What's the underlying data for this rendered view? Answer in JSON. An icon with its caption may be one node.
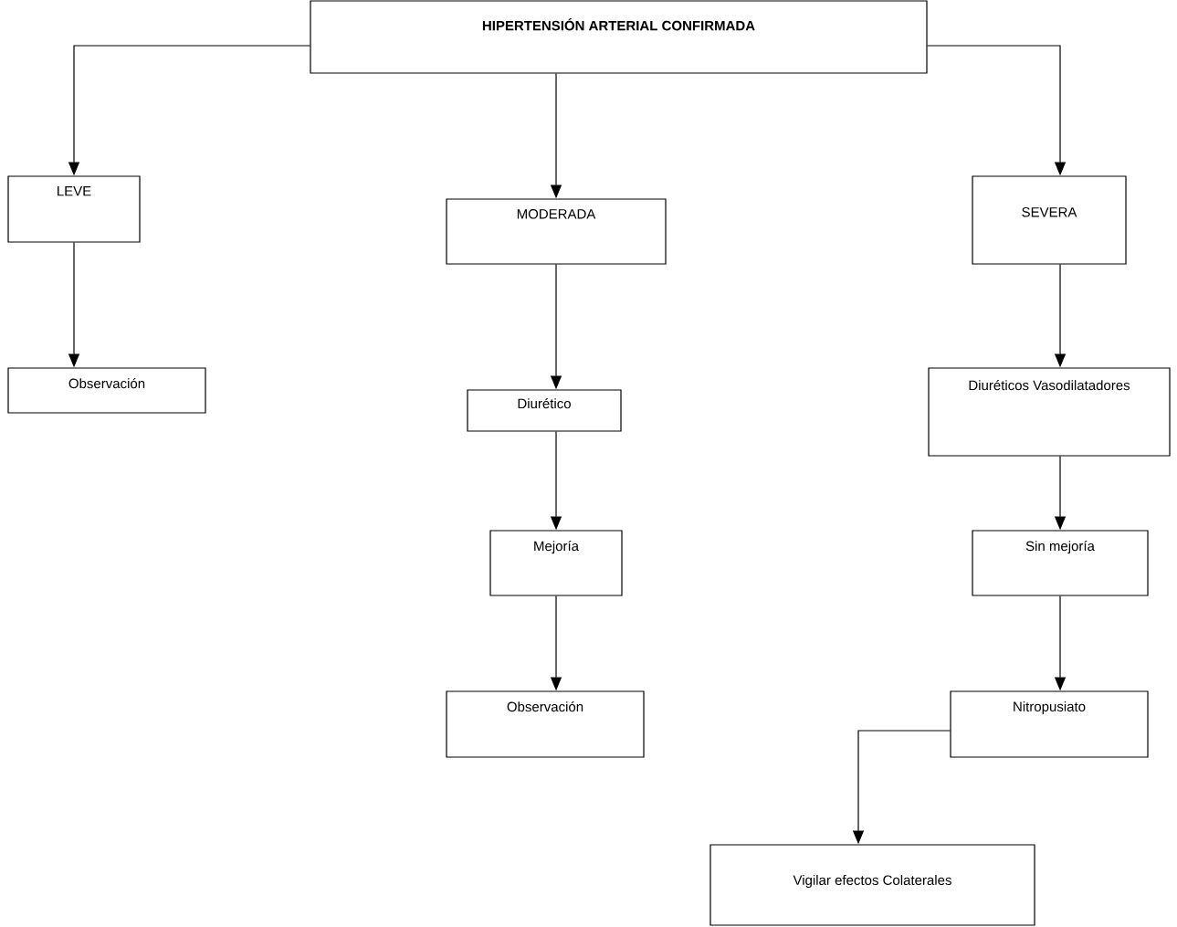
{
  "diagram": {
    "nodes": [
      {
        "text": [
          "HIPERTENSIÓN ARTERIAL CONFIRMADA"
        ]
      },
      {
        "text": [
          "LEVE"
        ]
      },
      {
        "text": [
          "Observación"
        ]
      },
      {
        "text": [
          "MODERADA"
        ]
      },
      {
        "text": [
          "Diurético"
        ]
      },
      {
        "text": [
          "Mejoría"
        ]
      },
      {
        "text": [
          "Observación"
        ]
      },
      {
        "text": [
          "SEVERA"
        ]
      },
      {
        "text": [
          "Diuréticos Vasodilatadores"
        ]
      },
      {
        "text": [
          "Sin mejoría"
        ]
      },
      {
        "text": [
          "Nitropusiato"
        ]
      },
      {
        "text": [
          "Vigilar efectos Colaterales"
        ]
      }
    ],
    "edges": [
      {
        "from": 0,
        "to": 1,
        "arrow": "to"
      },
      {
        "from": 0,
        "to": 3,
        "arrow": "to"
      },
      {
        "from": 0,
        "to": 7,
        "arrow": "to"
      },
      {
        "from": 1,
        "to": 2,
        "arrow": "to"
      },
      {
        "from": 3,
        "to": 4,
        "arrow": "to"
      },
      {
        "from": 4,
        "to": 5,
        "arrow": "to"
      },
      {
        "from": 5,
        "to": 6,
        "arrow": "to"
      },
      {
        "from": 7,
        "to": 8,
        "arrow": "to"
      },
      {
        "from": 8,
        "to": 9,
        "arrow": "to"
      },
      {
        "from": 9,
        "to": 10,
        "arrow": "to"
      },
      {
        "from": 10,
        "to": 11,
        "arrow": "to"
      }
    ]
  }
}
